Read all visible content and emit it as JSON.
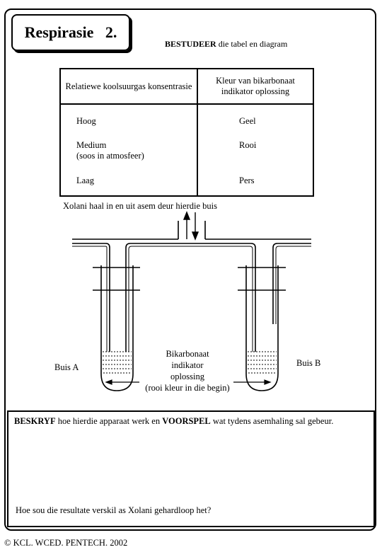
{
  "title": "Respirasie   2.",
  "instruction": {
    "bold": "BESTUDEER",
    "rest": " die tabel en diagram"
  },
  "table": {
    "headers": [
      "Relatiewe koolsuurgas konsentrasie",
      "Kleur van bikarbonaat indikator oplossing"
    ],
    "rows": [
      {
        "level": "Hoog",
        "colour": "Geel"
      },
      {
        "level": "Medium",
        "note": "(soos  in atmosfeer)",
        "colour": "Rooi"
      },
      {
        "level": "Laag",
        "colour": "Pers"
      }
    ]
  },
  "diagram": {
    "breath_label": "Xolani haal in en uit asem deur hierdie buis",
    "tube_a": "Buis A",
    "tube_b": "Buis B",
    "solution_label": [
      "Bikarbonaat",
      "indikator",
      "oplossing",
      "(rooi kleur in die begin)"
    ]
  },
  "question": {
    "part1_bold1": "BESKRYF",
    "part1_text1": " hoe hierdie apparaat werk en ",
    "part1_bold2": "VOORSPEL",
    "part1_text2": " wat tydens asemhaling sal gebeur.",
    "part2": "Hoe sou die resultate verskil as Xolani gehardloop het?"
  },
  "footer": "© KCL. WCED. PENTECH. 2002"
}
